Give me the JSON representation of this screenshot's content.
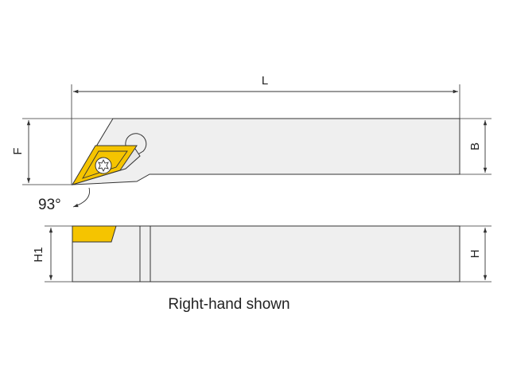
{
  "dimensions": {
    "length": "L",
    "shank_width": "B",
    "offset": "F",
    "height": "H",
    "cutting_height": "H1"
  },
  "angle": {
    "value": "93°"
  },
  "caption": "Right-hand shown",
  "colors": {
    "background": "#ffffff",
    "body_fill": "#efefef",
    "outline": "#333333",
    "insert_fill": "#f5c400",
    "dim_line": "#333333"
  },
  "icons": {
    "insert_screw": "torx-screw-icon"
  }
}
